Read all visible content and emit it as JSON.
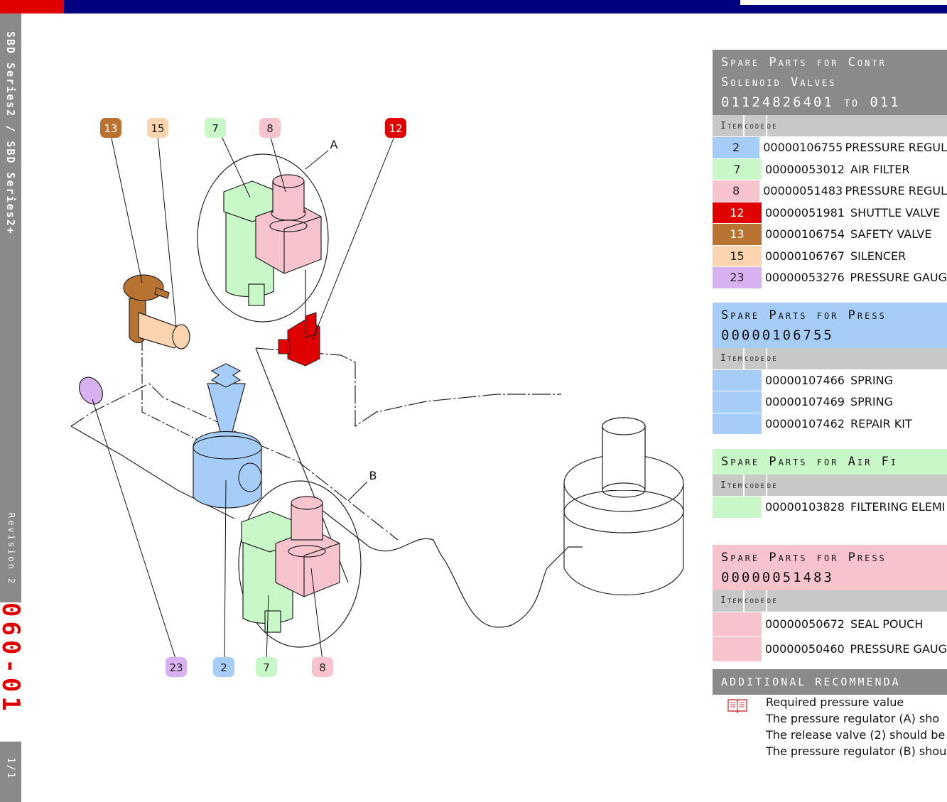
{
  "sidebar": {
    "series": "SBD Series2 / SBD Series2+",
    "revision": "Revision 2",
    "doc_code": "060-01",
    "page": "1/1"
  },
  "colors": {
    "blue": "#a6cdf7",
    "green": "#c8f7c8",
    "pink": "#f7c3cc",
    "red": "#e00000",
    "brown": "#b87333",
    "peach": "#fcd5b0",
    "purple": "#d8b2f0",
    "gray": "#8a8a8a"
  },
  "diagram": {
    "top_callouts": [
      "13",
      "15",
      "7",
      "8",
      "12"
    ],
    "bottom_callouts": [
      "23",
      "2",
      "7",
      "8"
    ],
    "group_a": "A",
    "group_b": "B"
  },
  "tables": [
    {
      "title_lines": [
        "Spare Parts for Contr",
        "Solenoid Valves",
        "01124826401 to 011"
      ],
      "color": "#8a8a8a",
      "col_item": "Item",
      "col_code": "code",
      "col_desc": "de",
      "rows": [
        {
          "item": "2",
          "code": "00000106755",
          "desc": "PRESSURE REGUL",
          "item_color": "#a6cdf7"
        },
        {
          "item": "7",
          "code": "00000053012",
          "desc": "AIR FILTER",
          "item_color": "#c8f7c8"
        },
        {
          "item": "8",
          "code": "00000051483",
          "desc": "PRESSURE REGUL",
          "item_color": "#f7c3cc"
        },
        {
          "item": "12",
          "code": "00000051981",
          "desc": "SHUTTLE VALVE",
          "item_color": "#e00000"
        },
        {
          "item": "13",
          "code": "00000106754",
          "desc": "SAFETY VALVE",
          "item_color": "#b87333"
        },
        {
          "item": "15",
          "code": "00000106767",
          "desc": "SILENCER",
          "item_color": "#fcd5b0"
        },
        {
          "item": "23",
          "code": "00000053276",
          "desc": "PRESSURE GAUG",
          "item_color": "#d8b2f0"
        }
      ]
    },
    {
      "title_lines": [
        "Spare Parts for Press",
        "00000106755"
      ],
      "color": "#a6cdf7",
      "col_item": "Item",
      "col_code": "code",
      "col_desc": "de",
      "rows": [
        {
          "item": "",
          "code": "00000107466",
          "desc": "SPRING",
          "item_color": "#a6cdf7"
        },
        {
          "item": "",
          "code": "00000107469",
          "desc": "SPRING",
          "item_color": "#a6cdf7"
        },
        {
          "item": "",
          "code": "00000107462",
          "desc": "REPAIR KIT",
          "item_color": "#a6cdf7"
        }
      ]
    },
    {
      "title_lines": [
        "Spare Parts for Air Fi"
      ],
      "color": "#c8f7c8",
      "col_item": "Item",
      "col_code": "code",
      "col_desc": "de",
      "rows": [
        {
          "item": "",
          "code": "00000103828",
          "desc": "FILTERING ELEMI",
          "item_color": "#c8f7c8"
        }
      ]
    },
    {
      "title_lines": [
        "Spare Parts for Press",
        "00000051483"
      ],
      "color": "#f7c3cc",
      "col_item": "Item",
      "col_code": "code",
      "col_desc": "de",
      "rows": [
        {
          "item": "",
          "code": "00000050672",
          "desc": "SEAL POUCH",
          "item_color": "#f7c3cc"
        },
        {
          "item": "",
          "code": "00000050460",
          "desc": "PRESSURE GAUG",
          "item_color": "#f7c3cc"
        }
      ]
    }
  ],
  "notes": {
    "title": "ADDITIONAL RECOMMENDA",
    "icon": "book-icon",
    "lines": [
      "Required pressure value",
      "The pressure regulator (A) sho",
      "The release valve (2) should be",
      "The pressure regulator (B) shou"
    ]
  }
}
